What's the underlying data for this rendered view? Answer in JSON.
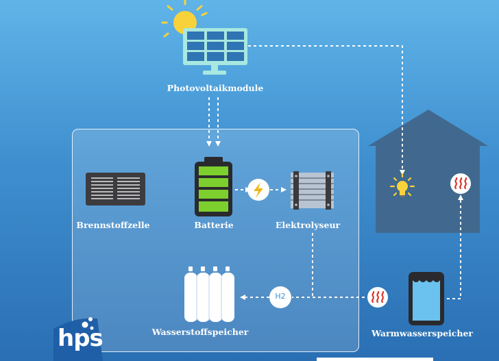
{
  "diagram": {
    "nodes": {
      "pv": {
        "label": "Photovoltaikmodule"
      },
      "fuel_cell": {
        "label": "Brennstoffzelle"
      },
      "battery": {
        "label": "Batterie"
      },
      "electrolyzer": {
        "label": "Elektrolyseur"
      },
      "h2_storage": {
        "label": "Wasserstoffspeicher"
      },
      "hot_water": {
        "label": "Warmwasserspeicher"
      }
    },
    "connector_labels": {
      "h2": "H2"
    },
    "logo": {
      "text": "hps"
    }
  },
  "colors": {
    "bg_top": "#5fb4e8",
    "bg_bottom": "#2a6fb3",
    "house": "#41698f",
    "battery_green": "#7ccf2d",
    "pv_panel": "#2f74b3",
    "pv_frame": "#a8e8e0",
    "sun": "#f7d23a",
    "heat_red": "#d9342b"
  }
}
